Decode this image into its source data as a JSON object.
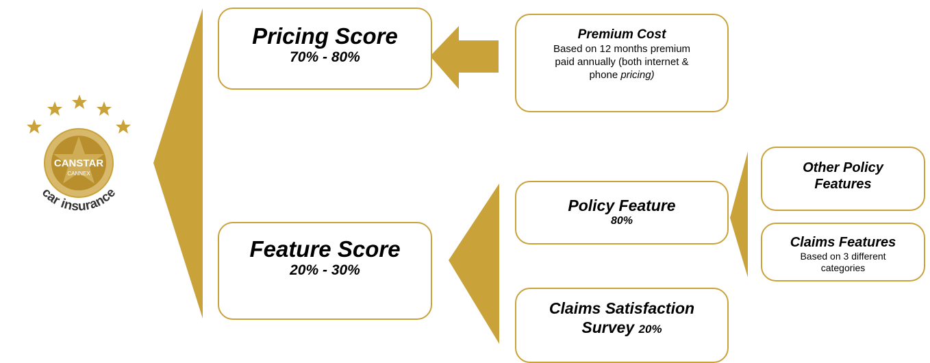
{
  "colors": {
    "gold": "#c9a23a",
    "badge_ring": "#d8b86a",
    "badge_center": "#b98f2e",
    "text": "#000000"
  },
  "logo": {
    "brand": "CANSTAR",
    "sub": "CANNEX",
    "tagline": "car insurance",
    "stars": 5
  },
  "pricing": {
    "title": "Pricing Score",
    "range": "70% - 80%"
  },
  "feature": {
    "title": "Feature Score",
    "range": "20% - 30%"
  },
  "premium": {
    "title": "Premium Cost",
    "line1": "Based on 12 months premium",
    "line2": "paid annually (both internet &",
    "line3_plain": "phone ",
    "line3_italic": "pricing)"
  },
  "policy": {
    "title": "Policy Feature",
    "pct": "80%"
  },
  "survey": {
    "title_line1": "Claims Satisfaction",
    "title_line2": "Survey ",
    "pct": "20%"
  },
  "other": {
    "line1": "Other Policy",
    "line2": "Features"
  },
  "claims_features": {
    "title": "Claims Features",
    "line1": "Based on 3 different",
    "line2": "categories"
  }
}
